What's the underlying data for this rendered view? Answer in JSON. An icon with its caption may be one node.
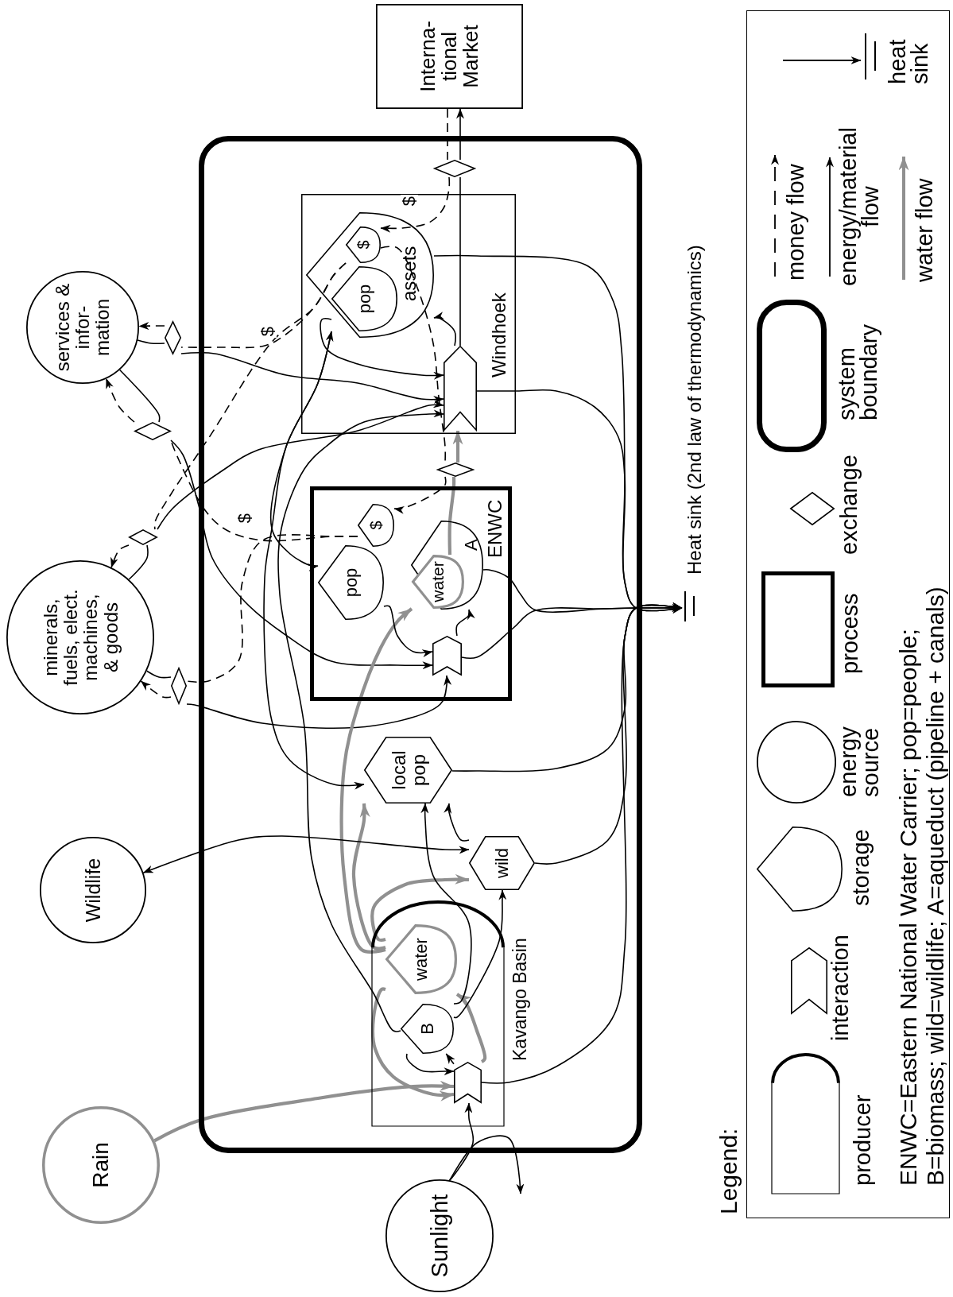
{
  "diagram": {
    "nodes": [
      {
        "text": [
          "Interna- tional Market"
        ]
      },
      {
        "text": [
          "services & infor- mation"
        ]
      },
      {
        "text": [
          "minerals, fuels, elect. machines, & goods"
        ]
      },
      {
        "text": [
          "Wildlife"
        ]
      },
      {
        "text": [
          "Rain"
        ]
      },
      {
        "text": [
          "Sunlight"
        ]
      },
      {
        "text": [],
        "shape": "box"
      },
      {
        "text": [
          "Windhoek"
        ],
        "in": 6
      },
      {
        "text": [
          "assets"
        ],
        "in": 7
      },
      {
        "text": [
          "$"
        ],
        "in": 8
      },
      {
        "text": [
          "pop"
        ],
        "in": 8
      },
      {
        "text": [],
        "shape": "chevron",
        "in": 7
      },
      {
        "text": [
          "ENWC"
        ],
        "in": 6
      },
      {
        "text": [
          "$"
        ],
        "in": 12
      },
      {
        "text": [
          "pop"
        ],
        "in": 12
      },
      {
        "text": [
          "A"
        ],
        "in": 12
      },
      {
        "text": [
          "water"
        ],
        "in": 15
      },
      {
        "text": [],
        "shape": "chevron",
        "in": 12
      },
      {
        "text": [
          "local pop"
        ],
        "in": 6
      },
      {
        "text": [
          "wild"
        ],
        "in": 6
      },
      {
        "text": [
          "Kavango Basin"
        ],
        "in": 6
      },
      {
        "text": [
          "water"
        ],
        "in": 20
      },
      {
        "text": [
          "B"
        ],
        "in": 20
      },
      {
        "text": [],
        "shape": "chevron",
        "in": 20
      },
      {
        "text": [
          "Heat sink (2nd law of thermodynamics)"
        ]
      },
      {
        "text": [],
        "shape": "diamond",
        "in": 6
      },
      {
        "text": [],
        "shape": "diamond",
        "in": 6
      },
      {
        "text": [],
        "shape": "diamond"
      },
      {
        "text": [],
        "shape": "diamond"
      },
      {
        "text": [],
        "shape": "diamond"
      },
      {
        "text": [],
        "shape": "diamond"
      }
    ],
    "edges": [
      {
        "from": 11,
        "to": 25,
        "arrow": "none"
      },
      {
        "from": 25,
        "to": 0,
        "arrow": "to"
      },
      {
        "from": 0,
        "to": 25,
        "arrow": "none",
        "style": "dashed"
      },
      {
        "from": 25,
        "to": 9,
        "arrow": "to",
        "style": "dashed",
        "label": "$"
      },
      {
        "from": 16,
        "to": 26,
        "arrow": "none",
        "style": "thick",
        "color": "#909090"
      },
      {
        "from": 26,
        "to": 11,
        "arrow": "to",
        "style": "thick",
        "color": "#909090"
      },
      {
        "from": 9,
        "to": 26,
        "arrow": "none",
        "style": "dashed"
      },
      {
        "from": 26,
        "to": 13,
        "arrow": "to",
        "style": "dashed"
      },
      {
        "from": 1,
        "to": 27,
        "arrow": "none"
      },
      {
        "from": 27,
        "to": 11,
        "arrow": "to"
      },
      {
        "from": 9,
        "to": 27,
        "arrow": "none",
        "style": "dashed",
        "label": "$"
      },
      {
        "from": 27,
        "to": 1,
        "arrow": "to",
        "style": "dashed"
      },
      {
        "from": 1,
        "to": 28,
        "arrow": "none"
      },
      {
        "from": 28,
        "to": 17,
        "arrow": "to"
      },
      {
        "from": 13,
        "to": 28,
        "arrow": "none",
        "style": "dashed",
        "label": "$"
      },
      {
        "from": 28,
        "to": 1,
        "arrow": "to",
        "style": "dashed"
      },
      {
        "from": 2,
        "to": 29,
        "arrow": "none"
      },
      {
        "from": 29,
        "to": 11,
        "arrow": "to"
      },
      {
        "from": 9,
        "to": 29,
        "arrow": "none",
        "style": "dashed"
      },
      {
        "from": 29,
        "to": 2,
        "arrow": "to",
        "style": "dashed"
      },
      {
        "from": 2,
        "to": 30,
        "arrow": "none"
      },
      {
        "from": 30,
        "to": 17,
        "arrow": "to"
      },
      {
        "from": 13,
        "to": 30,
        "arrow": "none",
        "style": "dashed"
      },
      {
        "from": 30,
        "to": 2,
        "arrow": "to",
        "style": "dashed"
      },
      {
        "from": 5,
        "to": 23,
        "arrow": "to"
      },
      {
        "from": 5,
        "to": null,
        "arrow": "to"
      },
      {
        "from": 4,
        "to": 23,
        "arrow": "to",
        "style": "thick",
        "color": "#909090"
      },
      {
        "from": 23,
        "to": 22,
        "arrow": "to"
      },
      {
        "from": 22,
        "to": 23,
        "arrow": "to"
      },
      {
        "from": 21,
        "to": 23,
        "arrow": "to",
        "style": "thick",
        "color": "#909090"
      },
      {
        "from": 23,
        "to": 21,
        "arrow": "to",
        "style": "thick",
        "color": "#909090"
      },
      {
        "from": 21,
        "to": 16,
        "arrow": "to",
        "style": "thick",
        "color": "#909090"
      },
      {
        "from": 21,
        "to": 18,
        "arrow": "to",
        "style": "thick",
        "color": "#909090"
      },
      {
        "from": 21,
        "to": 19,
        "arrow": "to",
        "style": "thick",
        "color": "#909090"
      },
      {
        "from": 22,
        "to": 19,
        "arrow": "to"
      },
      {
        "from": 22,
        "to": 18,
        "arrow": "to"
      },
      {
        "from": 19,
        "to": 18,
        "arrow": "to"
      },
      {
        "from": 19,
        "to": 3,
        "arrow": "both"
      },
      {
        "from": 22,
        "to": 11,
        "arrow": "to"
      },
      {
        "from": 10,
        "to": 18,
        "arrow": "both"
      },
      {
        "from": 10,
        "to": 14,
        "arrow": "to"
      },
      {
        "from": 11,
        "to": 8,
        "arrow": "to"
      },
      {
        "from": 10,
        "to": 11,
        "arrow": "to"
      },
      {
        "from": 14,
        "to": 17,
        "arrow": "to"
      },
      {
        "from": 17,
        "to": 15,
        "arrow": "to"
      },
      {
        "from": 8,
        "to": 24,
        "arrow": "to"
      },
      {
        "from": 11,
        "to": 24,
        "arrow": "to"
      },
      {
        "from": 15,
        "to": 24,
        "arrow": "to"
      },
      {
        "from": 17,
        "to": 24,
        "arrow": "to"
      },
      {
        "from": 18,
        "to": 24,
        "arrow": "to"
      },
      {
        "from": 19,
        "to": 24,
        "arrow": "to"
      },
      {
        "from": 23,
        "to": 24,
        "arrow": "to"
      }
    ],
    "labels": [
      "Legend:",
      "ENWC=Eastern National Water Carrier; pop=people;",
      "B=biomass; wild=wildlife; A=aqueduct (pipeline + canals)"
    ],
    "legend": [
      {
        "text": "producer"
      },
      {
        "text": "interaction"
      },
      {
        "text": "storage"
      },
      {
        "text": "energy source"
      },
      {
        "text": "process"
      },
      {
        "text": "exchange"
      },
      {
        "text": "system boundary"
      },
      {
        "text": "money flow"
      },
      {
        "text": "energy/material flow"
      },
      {
        "text": "water flow"
      },
      {
        "text": "heat sink"
      }
    ]
  }
}
